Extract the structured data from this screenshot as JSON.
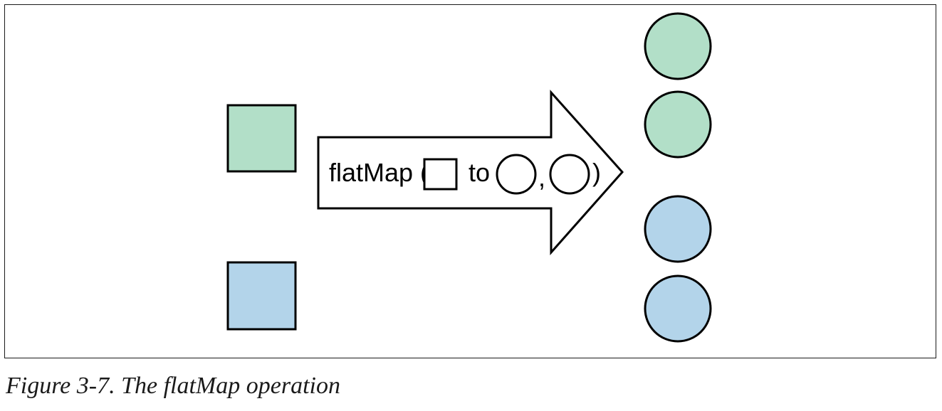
{
  "diagram": {
    "arrow": {
      "label_func": "flatMap (",
      "label_to": "to",
      "label_comma": ",",
      "label_close": ")"
    },
    "colors": {
      "green_fill": "#b2dfc8",
      "blue_fill": "#b3d4ea",
      "stroke": "#000000",
      "arrow_fill": "#ffffff"
    },
    "inputs": [
      {
        "shape": "square",
        "color": "green"
      },
      {
        "shape": "square",
        "color": "blue"
      }
    ],
    "outputs": [
      {
        "shape": "circle",
        "color": "green"
      },
      {
        "shape": "circle",
        "color": "green"
      },
      {
        "shape": "circle",
        "color": "blue"
      },
      {
        "shape": "circle",
        "color": "blue"
      }
    ]
  },
  "caption": {
    "text": "Figure 3-7. The flatMap operation"
  }
}
